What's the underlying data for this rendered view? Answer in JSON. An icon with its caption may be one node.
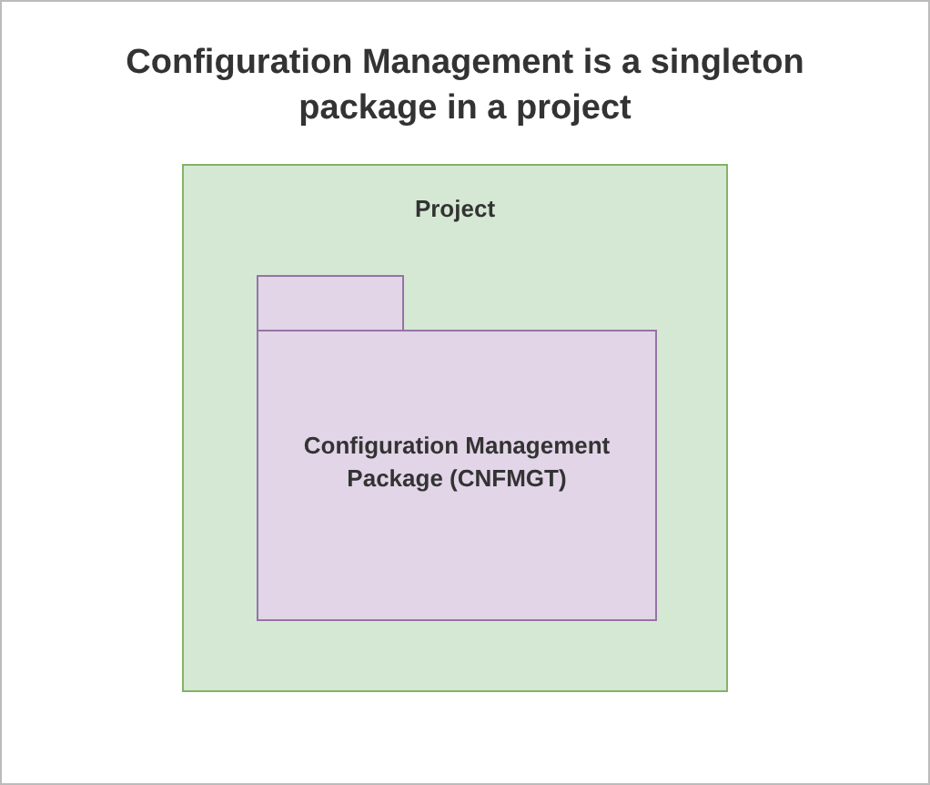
{
  "diagram": {
    "title": "Configuration Management is a singleton package in a project",
    "nodes": [
      {
        "text": [
          "Project"
        ]
      },
      {
        "text": [
          "Configuration Management Package (CNFMGT)"
        ],
        "in": 0
      }
    ]
  }
}
